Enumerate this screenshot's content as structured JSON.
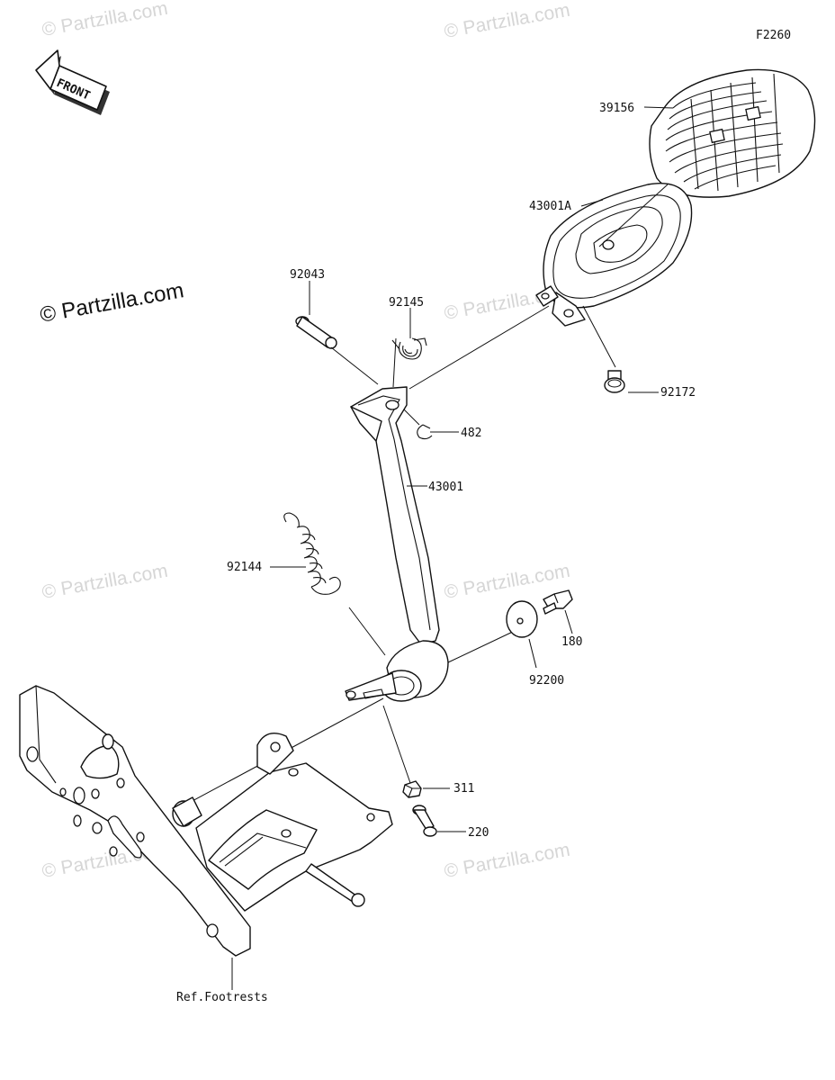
{
  "figure_code": "F2260",
  "front_arrow": {
    "text": "FRONT",
    "icon": "front-direction-arrow-icon"
  },
  "watermark_main": "© Partzilla.com",
  "watermark_faint": "© Partzilla.com",
  "parts": {
    "p39156": "39156",
    "p43001A": "43001A",
    "p92043": "92043",
    "p92145": "92145",
    "p92172": "92172",
    "p482": "482",
    "p43001": "43001",
    "p92144": "92144",
    "p180": "180",
    "p92200": "92200",
    "p311": "311",
    "p220": "220"
  },
  "reference": "Ref.Footrests"
}
